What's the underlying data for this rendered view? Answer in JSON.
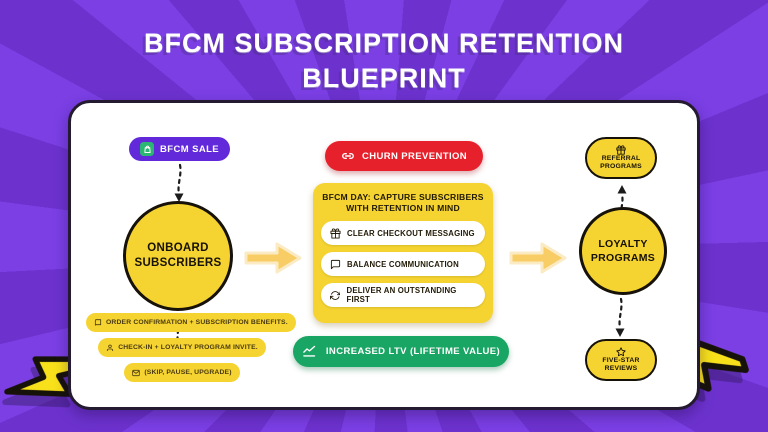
{
  "title": {
    "line1": "BFCM SUBSCRIPTION RETENTION",
    "line2": "BLUEPRINT"
  },
  "colors": {
    "background_purple": "#7B3FE4",
    "ray_purple": "#6D32CE",
    "panel": "#FFFFFF",
    "node_yellow": "#F5D331",
    "churn_red": "#E7212B",
    "ltv_green": "#19A563",
    "badge_purple": "#6129D9",
    "badge_icon_green": "#2BB673",
    "arrow_gold": "#F8CD66",
    "bolt_yellow": "#F8E11A",
    "text_dark": "#221A06"
  },
  "left": {
    "badge": {
      "label": "BFCM SALE",
      "icon": "shopping-bag-icon"
    },
    "circle": {
      "line1": "ONBOARD",
      "line2": "SUBSCRIBERS"
    },
    "list": [
      {
        "icon": "receipt-icon",
        "label": "ORDER CONFIRMATION + SUBSCRIPTION BENEFITS."
      },
      {
        "icon": "person-icon",
        "label": "CHECK-IN + LOYALTY PROGRAM INVITE."
      },
      {
        "icon": "envelope-icon",
        "label": "(SKIP, PAUSE, UPGRADE)"
      }
    ]
  },
  "center": {
    "churn_pill": {
      "label": "CHURN PREVENTION",
      "icon": "link-icon"
    },
    "retention_box": {
      "heading_line1": "BFCM DAY: CAPTURE SUBSCRIBERS",
      "heading_line2": "WITH RETENTION IN MIND",
      "items": [
        {
          "icon": "gift-icon",
          "label": "CLEAR CHECKOUT MESSAGING"
        },
        {
          "icon": "speech-bubble-icon",
          "label": "BALANCE COMMUNICATION"
        },
        {
          "icon": "refresh-icon",
          "label": "DELIVER AN OUTSTANDING FIRST"
        }
      ]
    },
    "ltv_pill": {
      "label": "INCREASED LTV (LIFETIME VALUE)",
      "icon": "line-chart-icon"
    }
  },
  "right": {
    "referral_node": {
      "icon": "gift-icon",
      "line1": "REFERRAL",
      "line2": "PROGRAMS"
    },
    "loyalty_node": {
      "line1": "LOYALTY",
      "line2": "PROGRAMS"
    },
    "reviews_node": {
      "icon": "star-icon",
      "line1": "FIVE-STAR",
      "line2": "REVIEWS"
    }
  }
}
